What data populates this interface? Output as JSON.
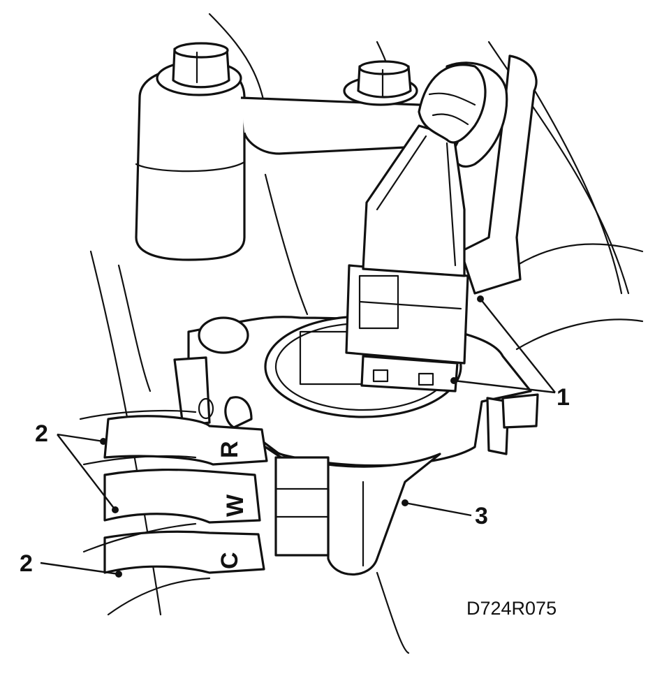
{
  "diagram": {
    "reference_code": "D724R075",
    "callouts": [
      {
        "id": "callout-1",
        "label": "1"
      },
      {
        "id": "callout-2-upper",
        "label": "2"
      },
      {
        "id": "callout-2-lower",
        "label": "2"
      },
      {
        "id": "callout-3",
        "label": "3"
      }
    ],
    "wire_letters": [
      "R",
      "W",
      "C"
    ],
    "colors": {
      "ink": "#111111",
      "background": "#ffffff"
    }
  }
}
